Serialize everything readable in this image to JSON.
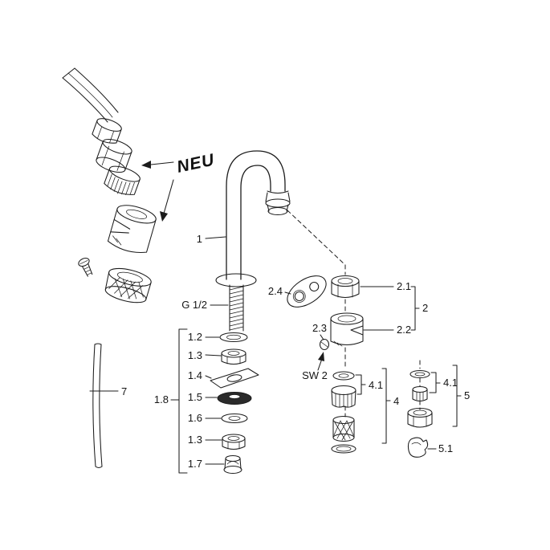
{
  "labels": {
    "neu": "NEU",
    "c1": "1",
    "g12": "G 1/2",
    "c12": "1.2",
    "c13a": "1.3",
    "c14": "1.4",
    "c15": "1.5",
    "c16": "1.6",
    "c13b": "1.3",
    "c17": "1.7",
    "c18": "1.8",
    "c24": "2.4",
    "c23": "2.3",
    "sw2": "SW 2",
    "c21": "2.1",
    "c22": "2.2",
    "c2": "2",
    "c41a": "4.1",
    "c4": "4",
    "c41b": "4.1",
    "c5": "5",
    "c51": "5.1",
    "c7": "7"
  }
}
